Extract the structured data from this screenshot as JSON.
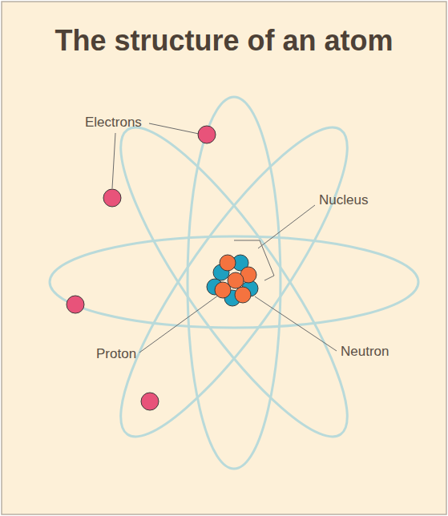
{
  "diagram": {
    "title": "The structure of an atom",
    "labels": [
      "Electrons",
      "Nucleus",
      "Proton",
      "Neutron"
    ]
  }
}
